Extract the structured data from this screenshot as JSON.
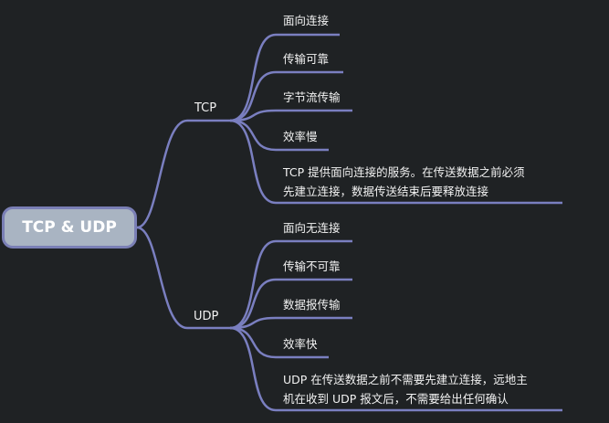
{
  "root": {
    "label": "TCP & UDP"
  },
  "branches": [
    {
      "label": "TCP",
      "children": [
        "面向连接",
        "传输可靠",
        "字节流传输",
        "效率慢",
        [
          "TCP 提供面向连接的服务。在传送数据之前必须",
          "先建立连接，数据传送结束后要释放连接"
        ]
      ]
    },
    {
      "label": "UDP",
      "children": [
        "面向无连接",
        "传输不可靠",
        "数据报传输",
        "效率快",
        [
          "UDP 在传送数据之前不需要先建立连接，远地主",
          "机在收到 UDP 报文后，不需要给出任何确认"
        ]
      ]
    }
  ],
  "colors": {
    "background": "#1f2224",
    "line": "#7a7fc0",
    "root_fill": "#a9b4c2",
    "text": "#f2f2f2"
  }
}
